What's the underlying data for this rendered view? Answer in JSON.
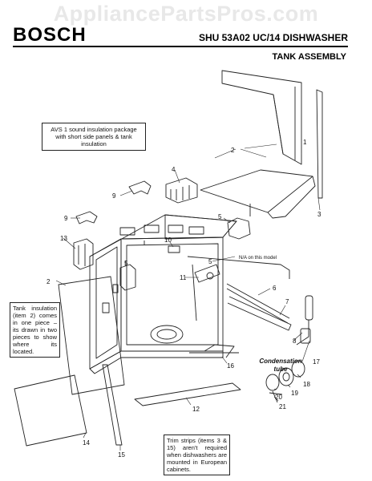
{
  "watermark": "AppliancePartsPros.com",
  "brand": "BOSCH",
  "model_title": "SHU 53A02 UC/14 DISHWASHER",
  "section_title": "TANK ASSEMBLY",
  "notes": {
    "avs": "AVS 1 sound insulation package with short side panels & tank insulation",
    "tank_insulation": "Tank insulation (item 2) comes in one piece – its drawn in two pieces to show where its located.",
    "trim_strips": "Trim strips (items 3 & 15) aren't required when dishwashers are mounted in European cabinets."
  },
  "labels": {
    "na_model": "N/A on this model",
    "condensation_tube": "Condensation tube"
  },
  "callouts": [
    "1",
    "2",
    "2",
    "3",
    "4",
    "5",
    "5",
    "5",
    "6",
    "7",
    "8",
    "9",
    "9",
    "10",
    "11",
    "12",
    "13",
    "14",
    "15",
    "16",
    "17",
    "18",
    "19",
    "20",
    "21"
  ]
}
